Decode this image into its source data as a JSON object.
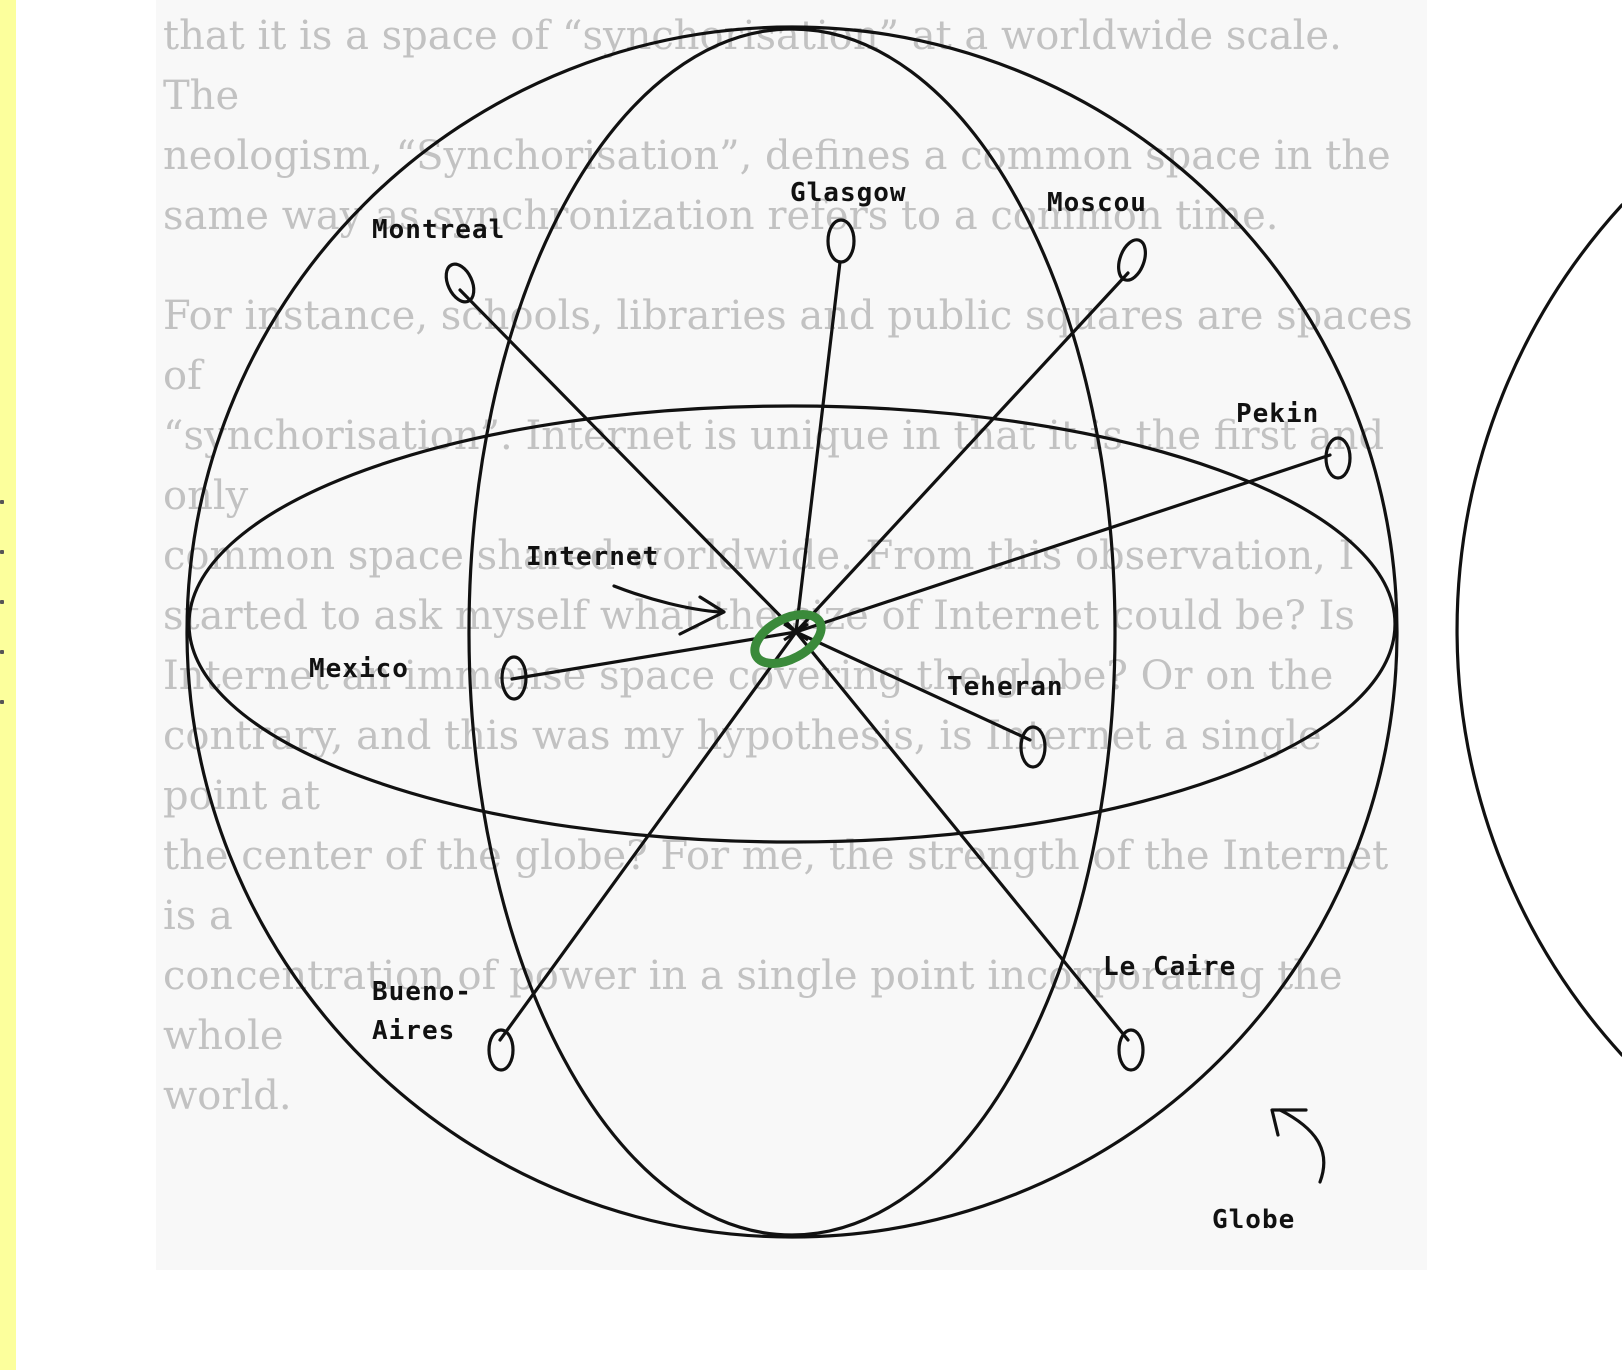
{
  "background_text": {
    "paragraph_1": "that it is a space of “synchorisation” at a worldwide scale. The\nneologism, “Synchorisation”, defines a common space in the\nsame way as synchronization refers to a common time.",
    "paragraph_2": "For instance, schools, libraries and public squares are spaces of\n“synchorisation”. Internet is unique in that it is the first and only\ncommon space shared worldwide. From this observation, I\nstarted to ask myself what the size of Internet could be? Is\nInternet an immense space covering the globe? Or on the\ncontrary, and this was my hypothesis, is Internet a single point at\nthe center of the globe? For me, the strength of the Internet is a\nconcentration of power in a single point incorporating the whole\nworld."
  },
  "diagram": {
    "center_label": "Internet",
    "globe_label": "Globe",
    "cities": {
      "montreal": "Montreal",
      "glasgow": "Glasgow",
      "moscou": "Moscou",
      "pekin": "Pekin",
      "mexico": "Mexico",
      "teheran": "Teheran",
      "bueno_line1": "Bueno-",
      "bueno_line2": "Aires",
      "le_caire": "Le Caire"
    }
  },
  "colors": {
    "highlight": "#3a8a3a",
    "sidebar": "#fcff9c",
    "ink": "#111111",
    "faded_text": "#c2c2c2"
  }
}
